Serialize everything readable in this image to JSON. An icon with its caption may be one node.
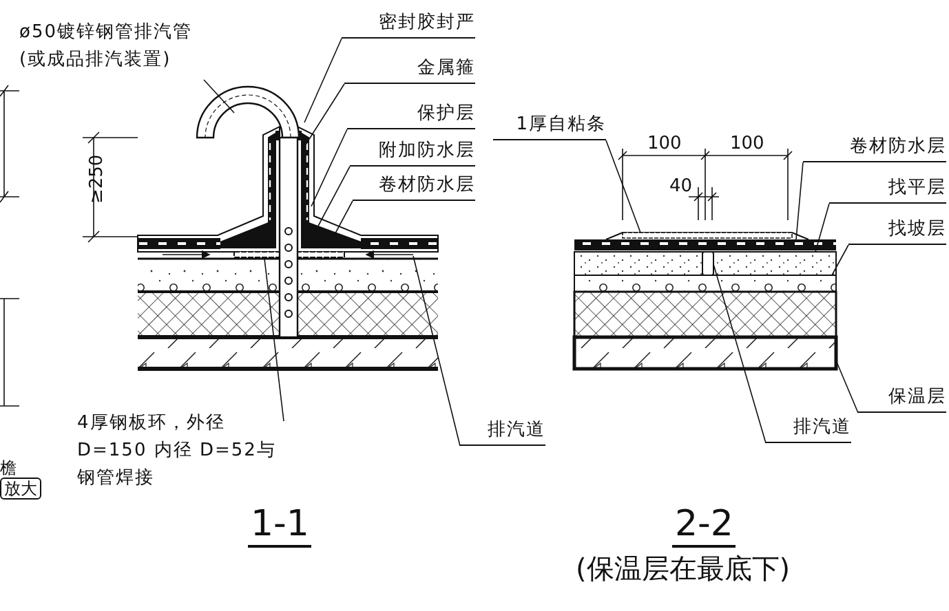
{
  "diagram": {
    "nodes": [
      {
        "text": [
          "ø50镀锌钢管排汽管(或成品排汽装置)"
        ]
      },
      {
        "text": [
          "密封胶封严"
        ]
      },
      {
        "text": [
          "金属箍"
        ]
      },
      {
        "text": [
          "保护层"
        ]
      },
      {
        "text": [
          "附加防水层"
        ]
      },
      {
        "text": [
          "卷材防水层"
        ]
      },
      {
        "text": [
          "4厚钢板环，外径D=150 内径 D=52与钢管焊接"
        ]
      },
      {
        "text": [
          "排汽道"
        ]
      },
      {
        "text": [
          "1厚自粘条"
        ]
      },
      {
        "text": [
          "卷材防水层"
        ]
      },
      {
        "text": [
          "找平层"
        ]
      },
      {
        "text": [
          "找坡层"
        ]
      },
      {
        "text": [
          "保温层"
        ]
      },
      {
        "text": [
          "排汽道"
        ]
      },
      {
        "text": [],
        "shape": "bar"
      },
      {
        "text": [],
        "shape": "bar"
      },
      {
        "text": [],
        "shape": "bar"
      },
      {
        "text": [],
        "shape": "box",
        "in": 16
      },
      {
        "text": [],
        "shape": "bar"
      },
      {
        "text": [],
        "shape": "bar"
      },
      {
        "text": [],
        "shape": "bar"
      }
    ],
    "edges": [
      {
        "from": 0,
        "to": null,
        "arrow": "none"
      },
      {
        "from": 1,
        "to": null,
        "arrow": "none"
      },
      {
        "from": 2,
        "to": null,
        "arrow": "none"
      },
      {
        "from": 3,
        "to": null,
        "arrow": "none"
      },
      {
        "from": 4,
        "to": null,
        "arrow": "none"
      },
      {
        "from": 5,
        "to": null,
        "arrow": "none"
      },
      {
        "from": 6,
        "to": null,
        "arrow": "none"
      },
      {
        "from": 7,
        "to": null,
        "arrow": "none"
      },
      {
        "from": 8,
        "to": 14,
        "arrow": "none"
      },
      {
        "from": 9,
        "to": 15,
        "arrow": "none"
      },
      {
        "from": 10,
        "to": 16,
        "arrow": "none"
      },
      {
        "from": 11,
        "to": 18,
        "arrow": "none"
      },
      {
        "from": 12,
        "to": 20,
        "arrow": "none"
      },
      {
        "from": 13,
        "to": 17,
        "arrow": "none"
      }
    ],
    "labels": [
      "≥250",
      "100",
      "100",
      "40",
      "檐",
      "放大",
      "1-1",
      "2-2",
      "(保温层在最底下)"
    ]
  }
}
